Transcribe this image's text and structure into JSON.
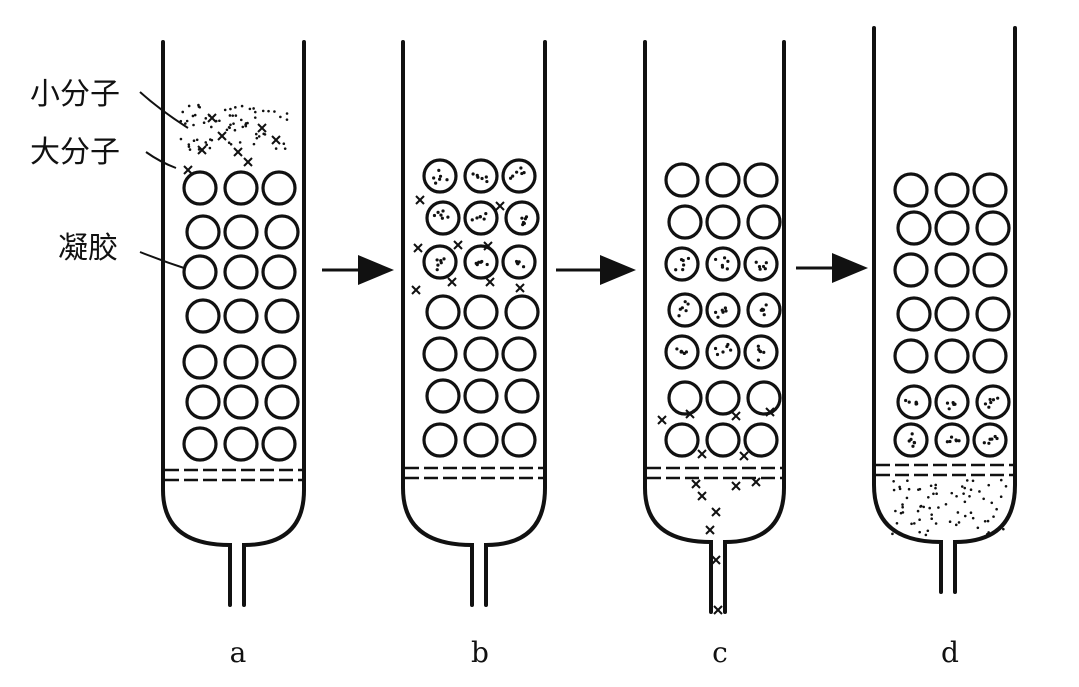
{
  "labels": {
    "small_molecule": "小分子",
    "large_molecule": "大分子",
    "gel": "凝胶"
  },
  "columns": [
    {
      "id": "a",
      "label": "a"
    },
    {
      "id": "b",
      "label": "b"
    },
    {
      "id": "c",
      "label": "c"
    },
    {
      "id": "d",
      "label": "d"
    }
  ],
  "colors": {
    "ink": "#111111",
    "background": "#ffffff"
  }
}
